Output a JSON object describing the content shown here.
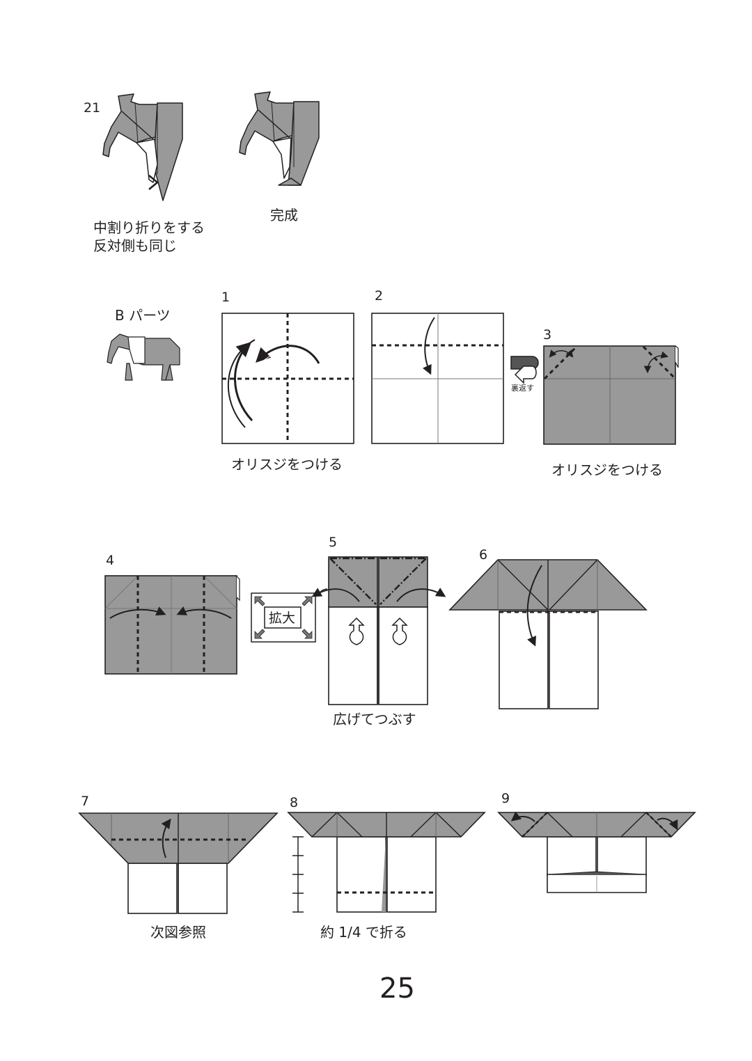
{
  "colors": {
    "paper_gray": "#999999",
    "line": "#231f20",
    "background": "#ffffff"
  },
  "top": {
    "step21": {
      "number": "21",
      "caption_line1": "中割り折りをする",
      "caption_line2": "反対側も同じ"
    },
    "finished": {
      "caption": "完成"
    }
  },
  "part_b": {
    "title": "B パーツ",
    "step1": {
      "number": "1",
      "caption": "オリスジをつける"
    },
    "step2": {
      "number": "2"
    },
    "flip": {
      "label": "裏返す",
      "icon": "turn-over-icon"
    },
    "step3": {
      "number": "3",
      "caption": "オリスジをつける"
    },
    "step4": {
      "number": "4"
    },
    "zoom": {
      "label": "拡大",
      "icon": "enlarge-icon"
    },
    "step5": {
      "number": "5",
      "caption": "広げてつぶす"
    },
    "step6": {
      "number": "6"
    },
    "step7": {
      "number": "7",
      "caption": "次図参照"
    },
    "step8": {
      "number": "8",
      "caption": "約 1/4 で折る"
    },
    "step9": {
      "number": "9"
    }
  },
  "page_number": "25"
}
